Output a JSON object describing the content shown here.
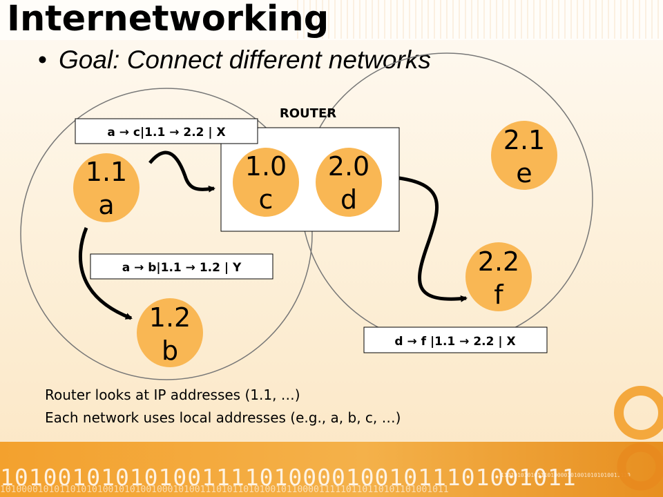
{
  "slide": {
    "title": "Internetworking",
    "bullet": "Goal: Connect different networks"
  },
  "diagram": {
    "router_label": "ROUTER",
    "nodes": [
      {
        "id": "a",
        "address": "1.1",
        "name": "a"
      },
      {
        "id": "b",
        "address": "1.2",
        "name": "b"
      },
      {
        "id": "c",
        "address": "1.0",
        "name": "c"
      },
      {
        "id": "d",
        "address": "2.0",
        "name": "d"
      },
      {
        "id": "e",
        "address": "2.1",
        "name": "e"
      },
      {
        "id": "f",
        "address": "2.2",
        "name": "f"
      }
    ],
    "packets": [
      {
        "id": "a-c",
        "text": "a → c|1.1 → 2.2 | X"
      },
      {
        "id": "a-b",
        "text": "a → b|1.1 → 1.2 | Y"
      },
      {
        "id": "d-f",
        "text": "d → f |1.1 → 2.2 | X"
      }
    ],
    "node_color": "#f9b754",
    "network_circle_color": "#7a7a7a"
  },
  "notes": [
    "Router looks at IP addresses (1.1, …)",
    "Each network uses local addresses (e.g., a, b, c, …)"
  ],
  "footer": {
    "binary_main": "1010010101010011110100001001011101001011",
    "binary_second": "10100001010110101010010101001000101001110101101010010110000111110110110101101001011",
    "binary_right": "110101010101110100001010010101010011110"
  }
}
